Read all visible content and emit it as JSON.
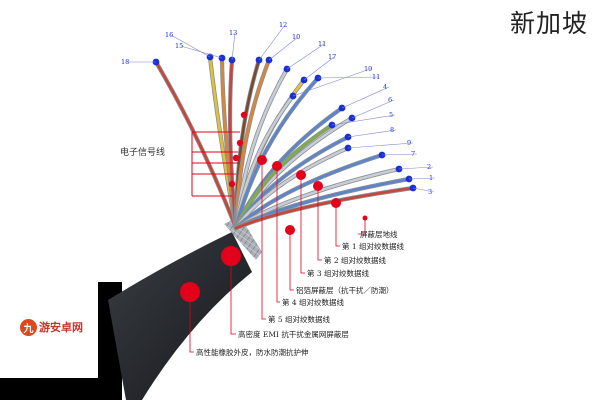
{
  "corner_title": "新加坡",
  "logo": {
    "mark": "九",
    "text": "游安卓网"
  },
  "group_label": "电子信号线",
  "wire_numbers": [
    "18",
    "16",
    "15",
    "13",
    "12",
    "10",
    "11",
    "17",
    "19",
    "11",
    "4",
    "6",
    "5",
    "8",
    "9",
    "7",
    "2",
    "1",
    "3"
  ],
  "callouts": [
    "屏蔽层地线",
    "第 1 组对绞数据线",
    "第 2 组对绞数据线",
    "第 3 组对绞数据线",
    "铝箔屏蔽层（抗干扰／防潮）",
    "第 4 组对绞数据线",
    "第 5 组对绞数据线",
    "高密度 EMI 抗干扰金属网屏蔽层",
    "高性能橡胶外皮，防水防潮抗护伸"
  ],
  "colors": {
    "pin": "#1a2fd6",
    "marker": "#e3001b",
    "leader": "#e3001b",
    "jacket": "#26292d",
    "braid": "#9aa0a6",
    "wire_blue": "#5c86c9",
    "wire_white": "#c9ced6",
    "wire_red": "#c8453a",
    "wire_yellow": "#e0c23a",
    "wire_orange": "#d8863a",
    "wire_green": "#7fae48",
    "wire_brown": "#7a4a2e"
  }
}
